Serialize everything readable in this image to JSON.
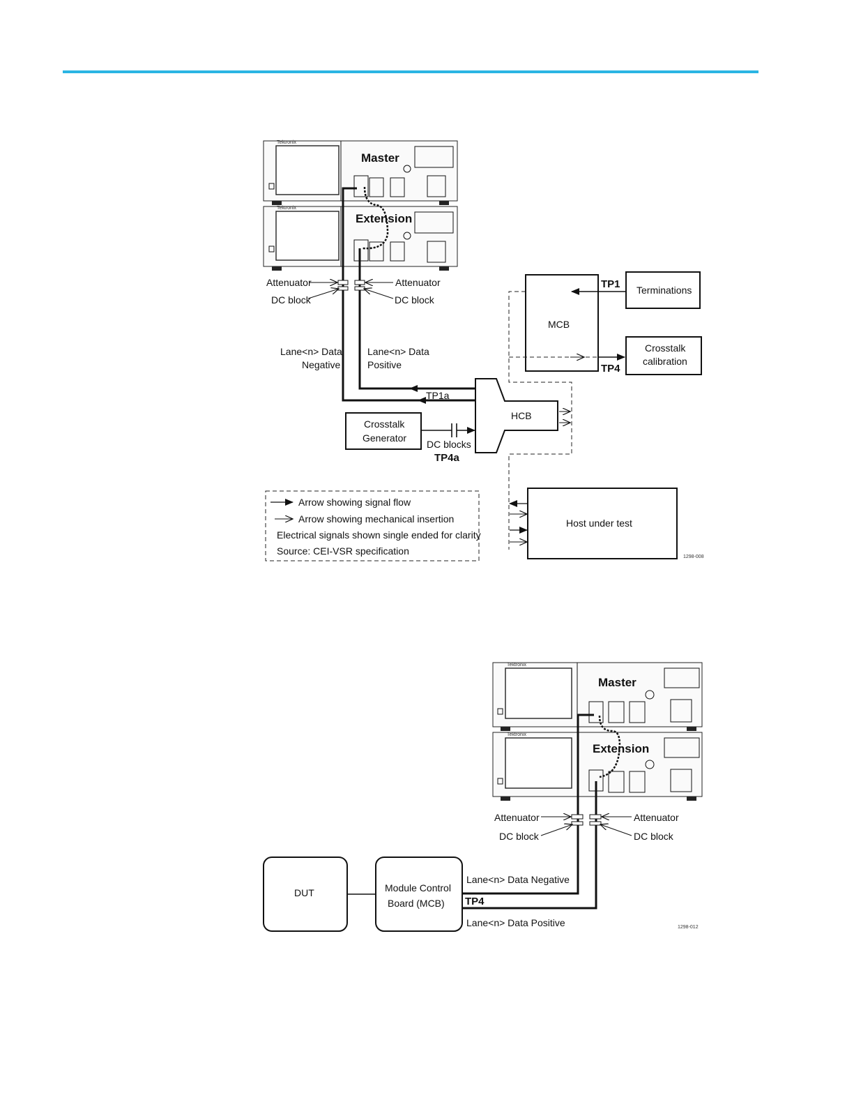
{
  "header": {
    "rule_color": "#2bb5e3"
  },
  "figure1": {
    "instrument_master": "Master",
    "instrument_extension": "Extension",
    "attenuator_left": "Attenuator",
    "attenuator_right": "Attenuator",
    "dc_block_left": "DC block",
    "dc_block_right": "DC block",
    "lane_negative_1": "Lane<n> Data",
    "lane_negative_2": "Negative",
    "lane_positive_1": "Lane<n> Data",
    "lane_positive_2": "Positive",
    "tp1a": "TP1a",
    "tp1": "TP1",
    "tp4": "TP4",
    "tp4a": "TP4a",
    "mcb": "MCB",
    "hcb": "HCB",
    "terminations": "Terminations",
    "crosstalk_cal_1": "Crosstalk",
    "crosstalk_cal_2": "calibration",
    "crosstalk_gen_1": "Crosstalk",
    "crosstalk_gen_2": "Generator",
    "dc_blocks": "DC blocks",
    "host": "Host under test",
    "legend": [
      "Arrow showing signal flow",
      "Arrow showing mechanical insertion",
      "Electrical signals shown single ended for clarity",
      "Source: CEI-VSR specification"
    ],
    "figure_id": "1298-008"
  },
  "figure2": {
    "instrument_master": "Master",
    "instrument_extension": "Extension",
    "attenuator_left": "Attenuator",
    "attenuator_right": "Attenuator",
    "dc_block_left": "DC block",
    "dc_block_right": "DC block",
    "dut": "DUT",
    "mcb_1": "Module Control",
    "mcb_2": "Board (MCB)",
    "lane_negative": "Lane<n> Data Negative",
    "tp4": "TP4",
    "lane_positive": "Lane<n> Data Positive",
    "figure_id": "1298-012"
  }
}
